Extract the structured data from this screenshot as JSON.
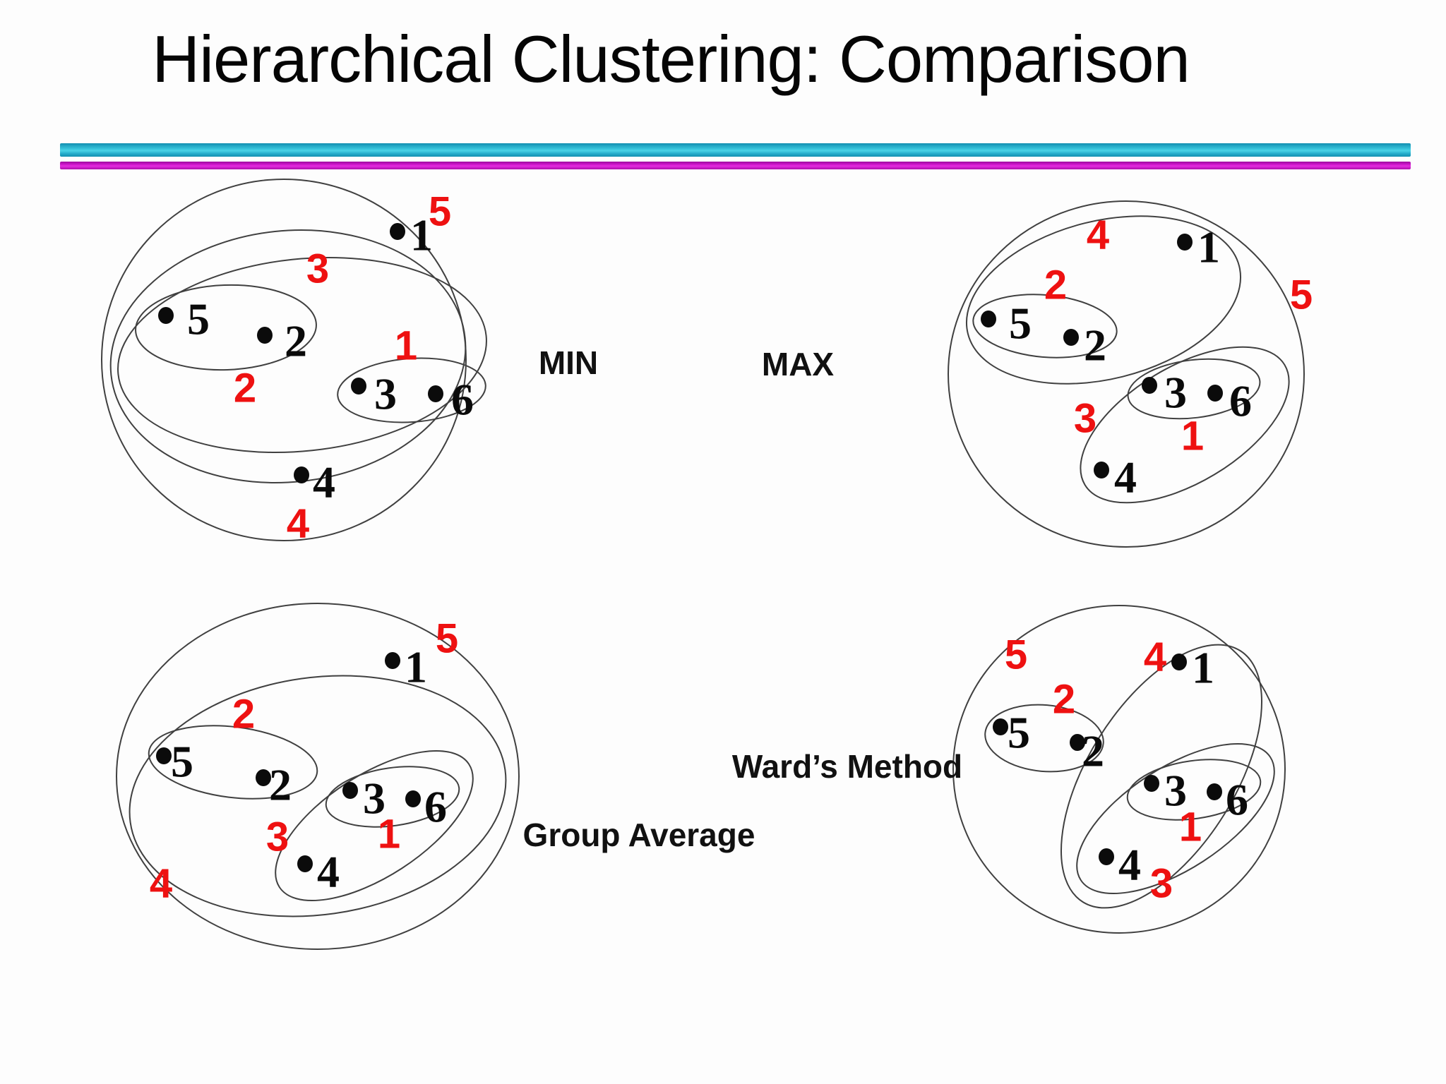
{
  "slide": {
    "title": "Hierarchical Clustering: Comparison"
  },
  "colors": {
    "merge_label_red": "#EE1111",
    "accent_bar_cyan": "#35C2DA",
    "accent_bar_magenta": "#C914C5",
    "point_dot_black": "#0B0B0B",
    "cluster_ellipse_stroke": "#404040"
  },
  "diagrams": [
    {
      "method": "MIN",
      "points": [
        {
          "label": "1"
        },
        {
          "label": "2"
        },
        {
          "label": "3"
        },
        {
          "label": "4"
        },
        {
          "label": "5"
        },
        {
          "label": "6"
        }
      ],
      "merge_steps": [
        {
          "label": "1"
        },
        {
          "label": "2"
        },
        {
          "label": "3"
        },
        {
          "label": "4"
        },
        {
          "label": "5"
        }
      ]
    },
    {
      "method": "MAX",
      "points": [
        {
          "label": "1"
        },
        {
          "label": "2"
        },
        {
          "label": "3"
        },
        {
          "label": "4"
        },
        {
          "label": "5"
        },
        {
          "label": "6"
        }
      ],
      "merge_steps": [
        {
          "label": "1"
        },
        {
          "label": "2"
        },
        {
          "label": "3"
        },
        {
          "label": "4"
        },
        {
          "label": "5"
        }
      ]
    },
    {
      "method": "Group Average",
      "points": [
        {
          "label": "1"
        },
        {
          "label": "2"
        },
        {
          "label": "3"
        },
        {
          "label": "4"
        },
        {
          "label": "5"
        },
        {
          "label": "6"
        }
      ],
      "merge_steps": [
        {
          "label": "1"
        },
        {
          "label": "2"
        },
        {
          "label": "3"
        },
        {
          "label": "4"
        },
        {
          "label": "5"
        }
      ]
    },
    {
      "method": "Ward’s Method",
      "points": [
        {
          "label": "1"
        },
        {
          "label": "2"
        },
        {
          "label": "3"
        },
        {
          "label": "4"
        },
        {
          "label": "5"
        },
        {
          "label": "6"
        }
      ],
      "merge_steps": [
        {
          "label": "1"
        },
        {
          "label": "2"
        },
        {
          "label": "3"
        },
        {
          "label": "4"
        },
        {
          "label": "5"
        }
      ]
    }
  ]
}
